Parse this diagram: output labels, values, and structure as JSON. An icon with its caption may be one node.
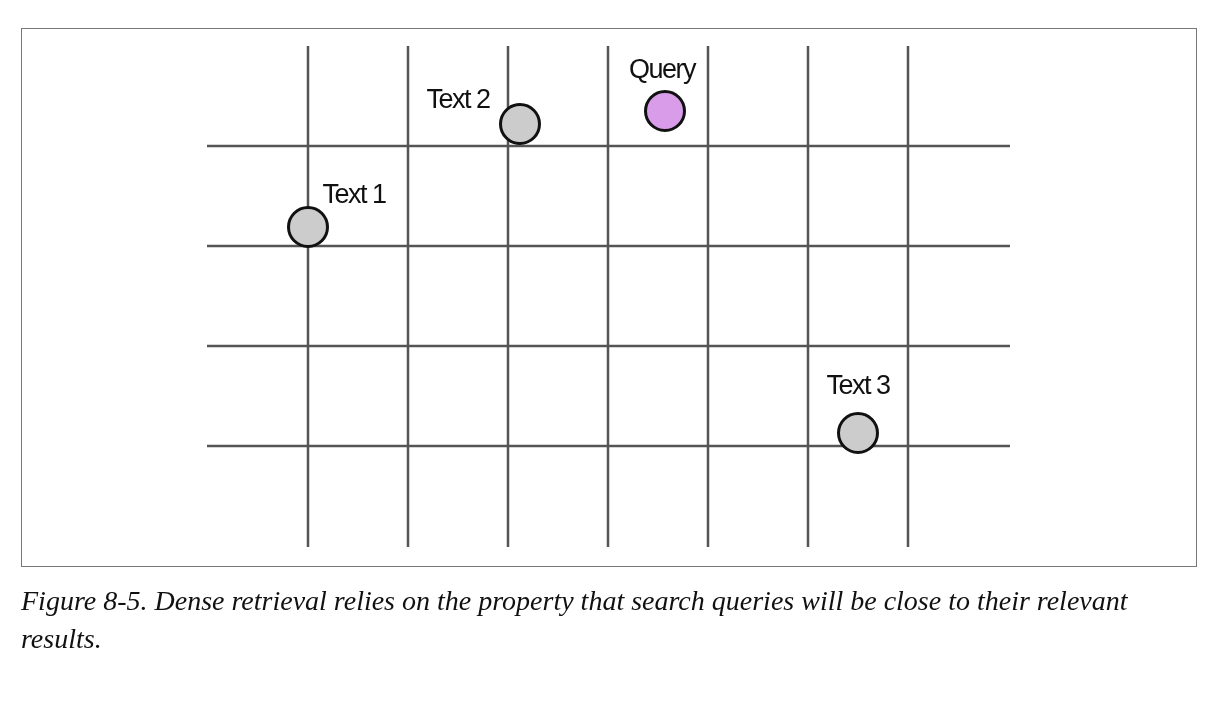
{
  "diagram": {
    "caption": "Figure 8-5. Dense retrieval relies on the property that search queries will be close to their relevant results.",
    "nodes": [
      {
        "text": [],
        "shape": "circle",
        "beside": [
          "Text 1"
        ]
      },
      {
        "text": [],
        "shape": "circle",
        "beside": [
          "Text 2"
        ]
      },
      {
        "text": [],
        "shape": "circle",
        "beside": [
          "Query"
        ]
      },
      {
        "text": [],
        "shape": "circle",
        "beside": [
          "Text 3"
        ]
      }
    ]
  }
}
